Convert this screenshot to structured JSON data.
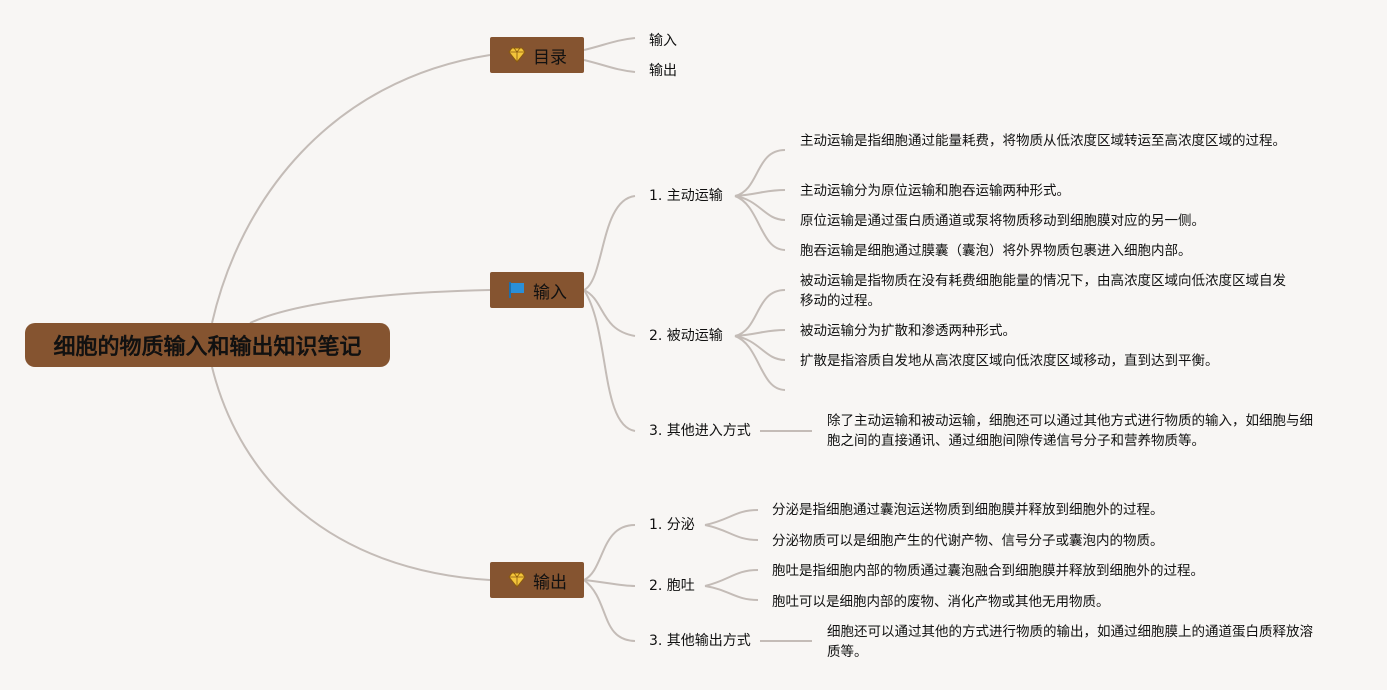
{
  "root": {
    "title": "细胞的物质输入和输出知识笔记"
  },
  "toc": {
    "label": "目录",
    "icon": "diamond-icon",
    "items": [
      "输入",
      "输出"
    ]
  },
  "input": {
    "label": "输入",
    "icon": "flag-icon",
    "active": {
      "label": "1. 主动运输",
      "details": [
        "主动运输是指细胞通过能量耗费，将物质从低浓度区域转运至高浓度区域的过程。",
        "主动运输分为原位运输和胞吞运输两种形式。",
        "原位运输是通过蛋白质通道或泵将物质移动到细胞膜对应的另一侧。",
        "胞吞运输是细胞通过膜囊（囊泡）将外界物质包裹进入细胞内部。"
      ]
    },
    "passive": {
      "label": "2. 被动运输",
      "details": [
        "被动运输是指物质在没有耗费细胞能量的情况下，由高浓度区域向低浓度区域自发移动的过程。",
        "被动运输分为扩散和渗透两种形式。",
        "扩散是指溶质自发地从高浓度区域向低浓度区域移动，直到达到平衡。"
      ]
    },
    "other": {
      "label": "3. 其他进入方式",
      "detail": "除了主动运输和被动运输，细胞还可以通过其他方式进行物质的输入，如细胞与细胞之间的直接通讯、通过细胞间隙传递信号分子和营养物质等。"
    }
  },
  "output": {
    "label": "输出",
    "icon": "diamond-icon",
    "secretion": {
      "label": "1. 分泌",
      "details": [
        "分泌是指细胞通过囊泡运送物质到细胞膜并释放到细胞外的过程。",
        "分泌物质可以是细胞产生的代谢产物、信号分子或囊泡内的物质。"
      ]
    },
    "exocytosis": {
      "label": "2. 胞吐",
      "details": [
        "胞吐是指细胞内部的物质通过囊泡融合到细胞膜并释放到细胞外的过程。",
        "胞吐可以是细胞内部的废物、消化产物或其他无用物质。"
      ]
    },
    "other": {
      "label": "3. 其他输出方式",
      "detail": "细胞还可以通过其他的方式进行物质的输出，如通过细胞膜上的通道蛋白质释放溶质等。"
    }
  },
  "colors": {
    "node_fill": "#855430",
    "line": "#c4bcb7",
    "background": "#f8f6f4",
    "diamond": "#f3c53a",
    "flag": "#2a8fd8"
  }
}
